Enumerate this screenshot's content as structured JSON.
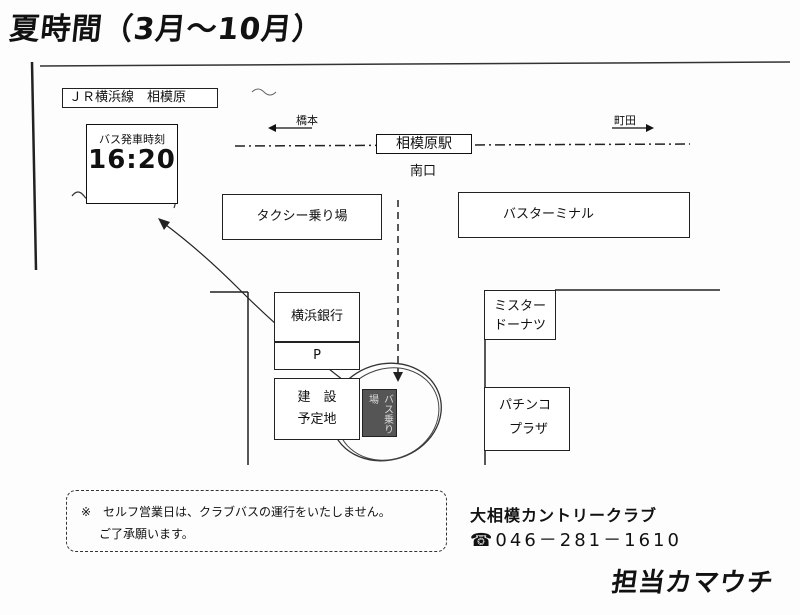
{
  "title": "夏時間（3月〜10月）",
  "jr_label": "ＪＲ横浜線　相模原",
  "bus_sign": {
    "caption": "バス発車時刻",
    "time": "16:20"
  },
  "direction_left": "橋本",
  "direction_right": "町田",
  "station": {
    "name": "相模原駅",
    "exit": "南口"
  },
  "areas": {
    "taxi": "タクシー乗り場",
    "bus_terminal": "バスターミナル",
    "bank": "横浜銀行",
    "parking": "P",
    "construction_1": "建　設",
    "construction_2": "予定地",
    "donuts_1": "ミスター",
    "donuts_2": "ドーナツ",
    "pachinko_1": "パチンコ",
    "pachinko_2": "プラザ",
    "bus_stop": "バス乗り場"
  },
  "note": {
    "line1": "※　セルフ営業日は、クラブバスの運行をいたしません。",
    "line2": "ご了承願います。"
  },
  "club": {
    "name": "大相模カントリークラブ",
    "phone": "☎046－281－1610"
  },
  "signature": "担当カマウチ"
}
